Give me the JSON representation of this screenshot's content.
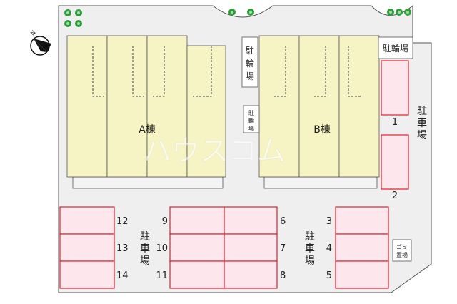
{
  "compass": {
    "letter": "N"
  },
  "buildings": {
    "a": {
      "label": "A棟"
    },
    "b": {
      "label": "B棟"
    }
  },
  "bicycle_parking": {
    "vertical": [
      "駐",
      "輪",
      "場"
    ],
    "small": [
      "駐",
      "輪",
      "場"
    ],
    "top_right": "駐輪場"
  },
  "parking_area_label": [
    "駐",
    "車",
    "場"
  ],
  "trash_label": {
    "line1": "ゴミ",
    "line2": "置場"
  },
  "watermark": "ハウスコム",
  "spaces": {
    "right": [
      "1",
      "2"
    ],
    "left": [
      "12",
      "13",
      "14"
    ],
    "center_left": [
      "9",
      "10",
      "11"
    ],
    "center_right": [
      "6",
      "7",
      "8"
    ],
    "east": [
      "3",
      "4",
      "5"
    ]
  },
  "colors": {
    "building_fill": "#f6f4c4",
    "ground_fill": "#efefef",
    "parking_fill": "#fde6ec",
    "parking_stroke": "#e0202e",
    "tree": "#2e9e3a"
  }
}
